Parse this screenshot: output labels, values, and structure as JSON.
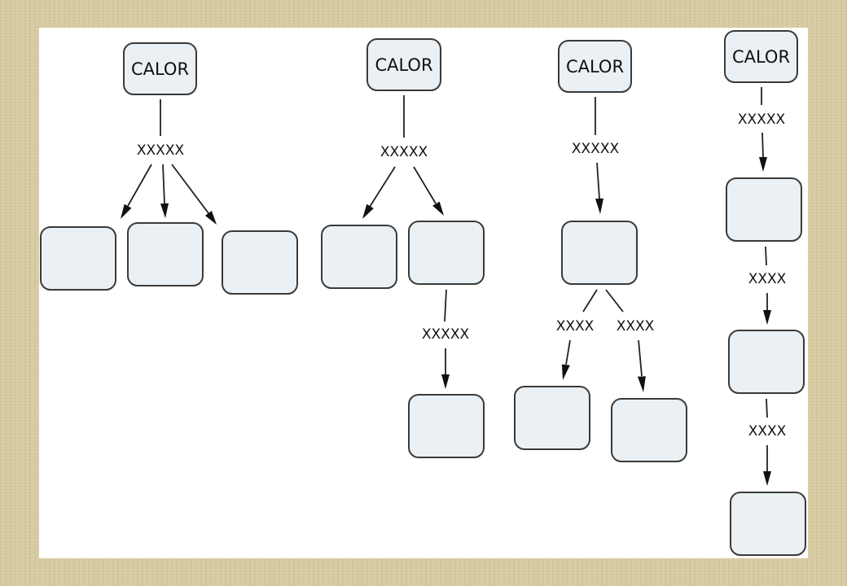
{
  "diagrams": [
    {
      "root": "CALOR",
      "link_labels": [
        "XXXXX"
      ]
    },
    {
      "root": "CALOR",
      "link_labels": [
        "XXXXX",
        "XXXXX"
      ]
    },
    {
      "root": "CALOR",
      "link_labels": [
        "XXXXX",
        "XXXX",
        "XXXX"
      ]
    },
    {
      "root": "CALOR",
      "link_labels": [
        "XXXXX",
        "XXXX",
        "XXXX"
      ]
    }
  ],
  "colors": {
    "node_fill": "#eaf0f4",
    "node_stroke": "#3a3a3a",
    "line": "#222222",
    "background": "#d8cba2",
    "slide": "#ffffff"
  }
}
